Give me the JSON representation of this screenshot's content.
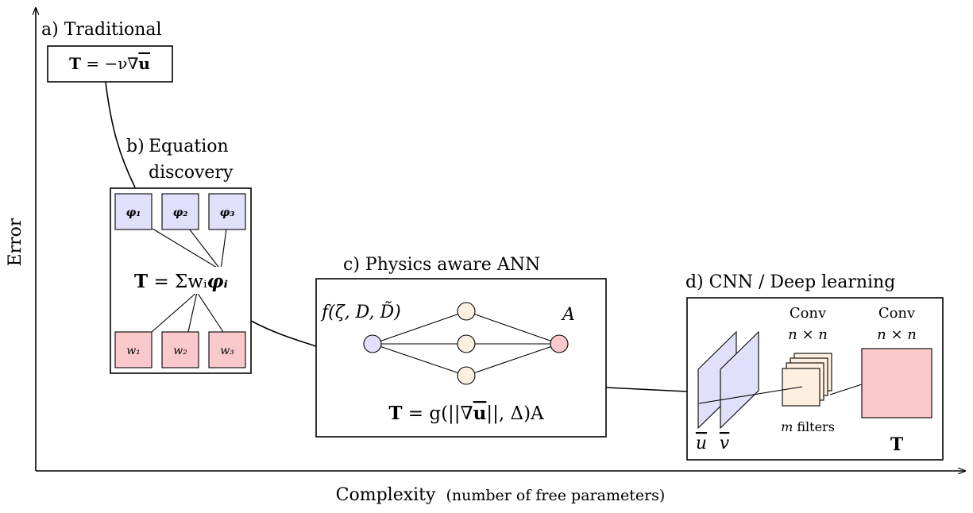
{
  "axes": {
    "y_label": "Error",
    "x_label_main": "Complexity",
    "x_label_paren": "(number of free parameters)"
  },
  "traditional": {
    "label": "a)  Traditional",
    "equation_bold": "T",
    "equation_rest": " = −ν∇",
    "equation_u": "u"
  },
  "equation_discovery": {
    "label_prefix": "b)",
    "label_line1": "Equation",
    "label_line2": "discovery",
    "phi_nodes": [
      "φ₁",
      "φ₂",
      "φ₃"
    ],
    "w_nodes": [
      "w₁",
      "w₂",
      "w₃"
    ],
    "equation_bold": "T",
    "equation_rest": " = Σwᵢ",
    "equation_phi": "φᵢ",
    "colors": {
      "phi_fill": "#e0e0fb",
      "w_fill": "#f9c9cc"
    }
  },
  "physics_ann": {
    "label": "c)  Physics aware ANN",
    "input_label": "f(ζ, D, D̃)",
    "output_label": "A",
    "equation_bold": "T",
    "equation_rest": " = g(||∇",
    "equation_u": "u",
    "equation_tail": "||, Δ)A",
    "colors": {
      "input_fill": "#e0e0fb",
      "hidden_fill": "#fdf0e0",
      "output_fill": "#f9c9cc"
    }
  },
  "cnn": {
    "label": "d)  CNN / Deep learning",
    "conv1_title": "Conv",
    "conv1_size": "n × n",
    "conv2_title": "Conv",
    "conv2_size": "n × n",
    "filters_var": "m",
    "filters_label": " filters",
    "input_u": "u",
    "input_v": "v",
    "output": "T",
    "colors": {
      "plane_fill": "#e0e0fb",
      "filter_fill": "#fdf0e0",
      "output_fill": "#f9c9cc"
    }
  }
}
